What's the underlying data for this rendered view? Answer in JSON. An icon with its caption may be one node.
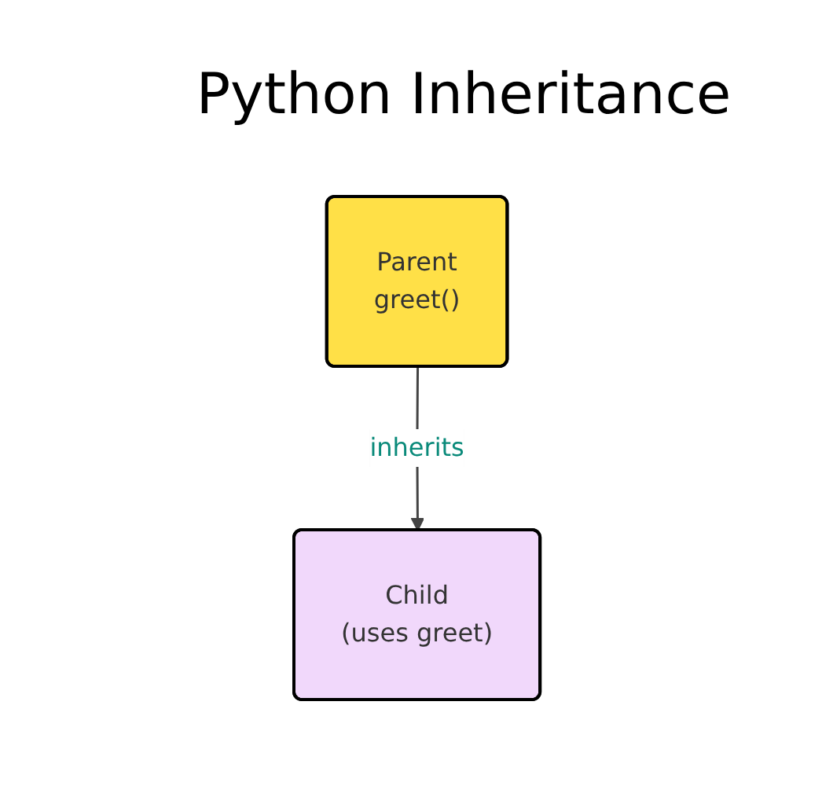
{
  "diagram": {
    "title": "Python Inheritance",
    "nodes": [
      {
        "text": [
          "Parent",
          "greet()"
        ]
      },
      {
        "text": [
          "Child",
          "(uses greet)"
        ]
      }
    ],
    "edges": [
      {
        "from": 0,
        "to": 1,
        "arrow": "to",
        "label": "inherits"
      }
    ]
  }
}
